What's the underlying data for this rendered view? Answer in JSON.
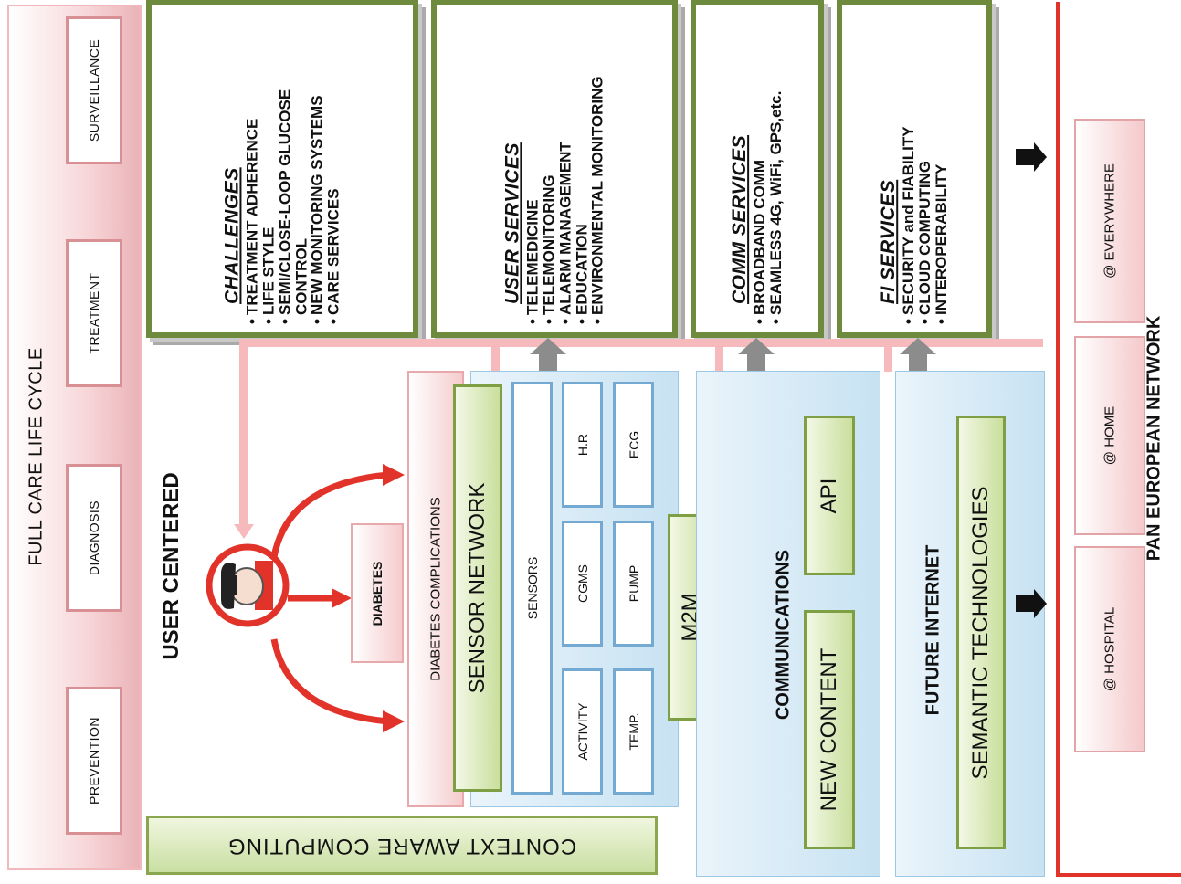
{
  "lifecycle": {
    "title": "FULL CARE LIFE CYCLE",
    "phases": [
      "PREVENTION",
      "DIAGNOSIS",
      "TREATMENT",
      "SURVEILLANCE"
    ]
  },
  "user_centered": {
    "title": "USER CENTERED",
    "diabetes": "DIABETES"
  },
  "context_aware": "CONTEXT AWARE COMPUTING",
  "info_boxes": [
    {
      "title": "CHALLENGES",
      "items": [
        "TREATMENT ADHERENCE",
        "LIFE STYLE",
        "SEMI/CLOSE-LOOP GLUCOSE CONTROL",
        "NEW MONITORING SYSTEMS",
        "CARE SERVICES"
      ]
    },
    {
      "title": "USER SERVICES",
      "items": [
        "TELEMEDICINE",
        "TELEMONITORING",
        "ALARM MANAGEMENT",
        "EDUCATION",
        "ENVIRONMENTAL MONITORING"
      ]
    },
    {
      "title": "COMM SERVICES",
      "items": [
        "BROADBAND COMM",
        "SEAMLESS 4G, WiFi, GPS,etc."
      ]
    },
    {
      "title": "FI SERVICES",
      "items": [
        "SECURITY and FIABILITY",
        "CLOUD COMPUTING",
        "INTEROPERABILITY"
      ]
    }
  ],
  "sensor_module": {
    "complications": "DIABETES COMPLICATIONS",
    "sensor_network": "SENSOR NETWORK",
    "sensors": "SENSORS",
    "sensor_items": [
      "ACTIVITY",
      "CGMS",
      "H.R",
      "TEMP.",
      "PUMP",
      "ECG"
    ],
    "m2m": "M2M"
  },
  "communications": {
    "title": "COMMUNICATIONS",
    "new_content": "NEW CONTENT",
    "api": "API"
  },
  "future_internet": {
    "title": "FUTURE INTERNET",
    "semantic": "SEMANTIC TECHNOLOGIES"
  },
  "network": {
    "title": "PAN EUROPEAN NETWORK",
    "locations": [
      "@ HOSPITAL",
      "@ HOME",
      "@ EVERYWHERE"
    ]
  },
  "colors": {
    "accent_red": "#e2332b",
    "green_border": "#6e8b3d",
    "pink": "#f6b9bc"
  }
}
